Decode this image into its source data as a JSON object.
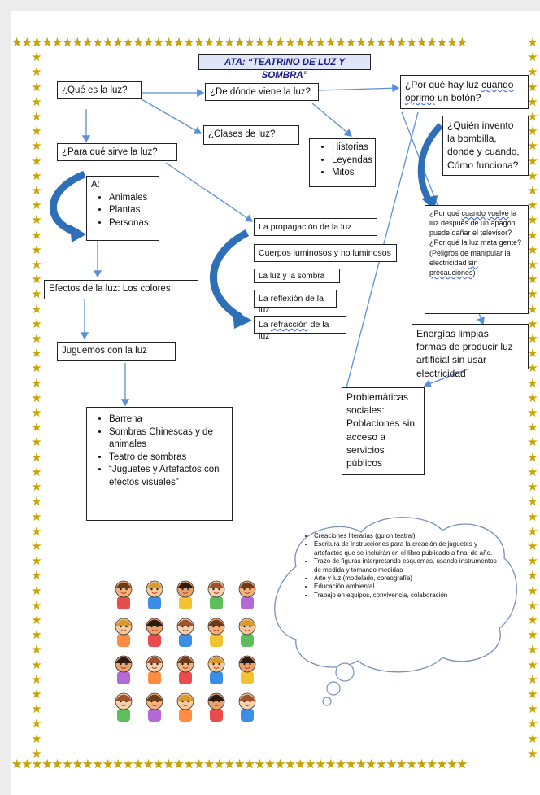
{
  "title": "ATA: “TEATRINO DE LUZ Y SOMBRA”",
  "border_star": "★",
  "q_que_es": "¿Qué es la luz?",
  "q_donde_viene": "¿De dónde viene la luz?",
  "q_por_que": {
    "pre": "¿Por qué hay luz ",
    "cuando": "cuando",
    "mid": " ",
    "oprimo": "oprimo",
    "post": " un botón?"
  },
  "q_clases": "¿Clases de luz?",
  "stories": [
    "Historias",
    "Leyendas",
    "Mitos"
  ],
  "q_para_que": "¿Para qué sirve la luz?",
  "q_quien": "¿Quién invento la bombilla, donde y cuando, Cómo funciona?",
  "a_box": {
    "heading": "A:",
    "items": [
      "Animales",
      "Plantas",
      "Personas"
    ]
  },
  "propagacion": "La propagación de la luz",
  "cuerpos": "Cuerpos luminosos y no luminosos",
  "luz_sombra": "La luz y la sombra",
  "reflexion": "La reflexión de la luz",
  "refraccion": {
    "pre": "La ",
    "word": "refracción",
    "post": "  de la luz"
  },
  "danger": {
    "l1": "¿Por qué ",
    "cuando": "cuando",
    "vuelve": "vuelve",
    "l2": "la luz después de un apagón puede dañar  el televisor?",
    "l3": "¿Por qué la luz mata gente?",
    "l4": "(Peligros de manipular la electricidad ",
    "sin": "sin",
    "prec": "precauciones",
    "end": ")"
  },
  "efectos": "Efectos de la luz: Los colores",
  "energias": "Energías limpias, formas de producir luz artificial sin usar electricidad",
  "juguemos": "Juguemos con la luz",
  "problematicas": "Problemáticas sociales: Poblaciones sin acceso a servicios públicos",
  "toys": [
    "Barrena",
    "Sombras Chinescas y de animales",
    "Teatro de sombras",
    "“Juguetes y Artefactos con efectos visuales”"
  ],
  "cloud": {
    "items": [
      "Creaciones literarias (guion teatral)",
      "Escritura de Instrucciones para la creación de juguetes y artefactos que se incluirán en el libro publicado a final de año.",
      "Trazo de figuras interpretando esquemas, usando instrumentos de medida y tomando medidas",
      "Arte y luz (modelado, coreografía)",
      "Educación ambiental",
      "Trabajo en equipos, convivencia, colaboración"
    ]
  },
  "colors": {
    "star": "#c8a400",
    "arrow": "#5b8fd6",
    "curve": "#2f6fb8"
  }
}
